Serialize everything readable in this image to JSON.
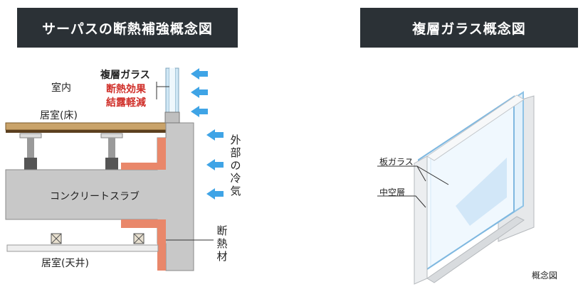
{
  "left": {
    "title": "サーパスの断熱補強概念図",
    "labels": {
      "multi_glass": "複層ガラス",
      "effect_1": "断熱効果",
      "effect_2": "結露軽減",
      "indoor": "室内",
      "floor": "居室(床)",
      "slab": "コンクリートスラブ",
      "ceiling": "居室(天井)",
      "outside_air": "外部の冷気",
      "insulation": "断熱材"
    }
  },
  "right": {
    "title": "複層ガラス概念図",
    "labels": {
      "pane": "板ガラス",
      "hollow": "中空層",
      "concept": "概念図"
    }
  },
  "colors": {
    "title_bg": "#2b3136",
    "concrete": "#c8c8c8",
    "insulation": "#e9876a",
    "floor_wood": "#c9a36a",
    "arrow": "#3fa4e6",
    "highlight_text": "#d0302a",
    "glass_blue": "#1f7fd6"
  }
}
